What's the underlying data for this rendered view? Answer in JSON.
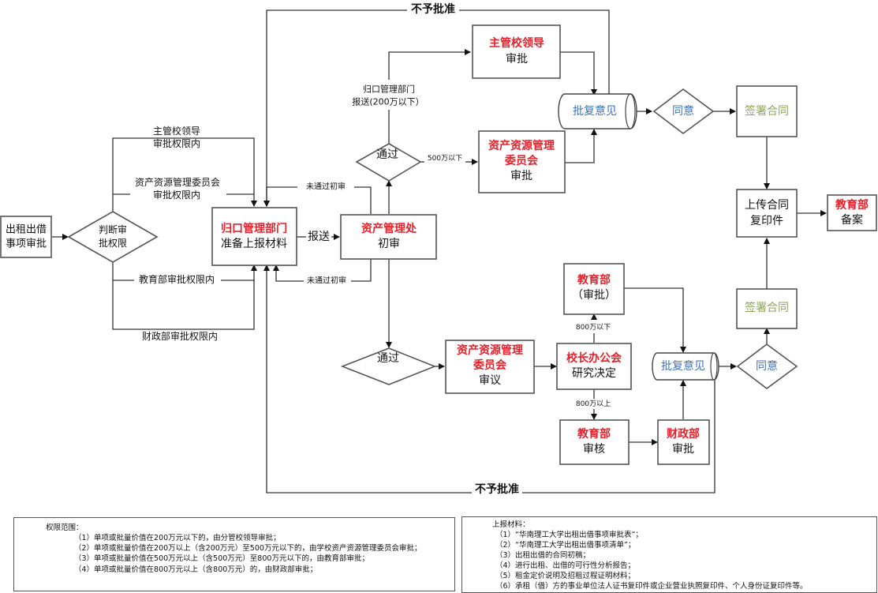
{
  "colors": {
    "red": "#e8202a",
    "blue": "#3f73b9",
    "green": "#8ea45a",
    "line": "#333333"
  },
  "nodes": {
    "start": {
      "line1": "出租出借",
      "line2": "事项审批"
    },
    "judge": {
      "line1": "判断审",
      "line2": "批权限"
    },
    "prepare": {
      "red": "归口管理部门",
      "black": "准备上报材料"
    },
    "initial_review": {
      "red": "资产管理处",
      "black": "初审"
    },
    "pass_top": "通过",
    "pass_bottom": "通过",
    "leader": {
      "red": "主管校领导",
      "black": "审批"
    },
    "committee_top": {
      "red1": "资产资源管理",
      "red2": "委员会",
      "black": "审批"
    },
    "reply_top": "批复意见",
    "agree_top": "同意",
    "sign_top": "签署合同",
    "upload": {
      "line1": "上传合同",
      "line2": "复印件"
    },
    "moe_file": {
      "red": "教育部",
      "black": "备案"
    },
    "committee_bottom": {
      "red1": "资产资源管理",
      "red2": "委员会",
      "black": "审议"
    },
    "president": {
      "red": "校长办公会",
      "black": "研究决定"
    },
    "moe_approve": {
      "red": "教育部",
      "black": "（审批）"
    },
    "moe_review": {
      "red": "教育部",
      "black": "审核"
    },
    "mof": {
      "red": "财政部",
      "black": "审批"
    },
    "reply_bottom": "批复意见",
    "agree_bottom": "同意",
    "sign_bottom": "签署合同"
  },
  "labels": {
    "leader_scope": {
      "line1": "主管校领导",
      "line2": "审批权限内"
    },
    "committee_scope": {
      "line1": "资产资源管理委员会",
      "line2": "审批权限内"
    },
    "moe_scope": "教育部审批权限内",
    "mof_scope": "财政部审批权限内",
    "submit": "报送",
    "fail_top": "未通过初审",
    "fail_bottom": "未通过初审",
    "route_200": {
      "line1": "归口管理部门",
      "line2": "报送(200万以下）"
    },
    "under_500": "500万以下",
    "under_800": "800万以下",
    "over_800": "800万以上",
    "reject_top": "不予批准",
    "reject_bottom": "不予批准"
  },
  "notes": {
    "authority": {
      "title": "权限范围：",
      "items": [
        "（1）单项或批量价值在200万元以下的，由分管校领导审批；",
        "（2）单项或批量价值在200万以上（含200万元）至500万元以下的，由学校资产资源管理委员会审批；",
        "（3）单项或批量价值在500万元以上（含500万元）至800万元以下的，由教育部审批；",
        "（4）单项或批量价值在800万元以上（含800万元）的，由财政部审批；"
      ]
    },
    "materials": {
      "title": "上报材料：",
      "items": [
        "（1）“华南理工大学出租出借事项审批表”；",
        "（2）“华南理工大学出租出借事项清单”；",
        "（3）出租出借的合同初稿；",
        "（4）进行出租、出借的可行性分析报告；",
        "（5）租金定价说明及招租过程证明材料；",
        "（6）承租（借）方的事业单位法人证书复印件或企业营业执照复印件、个人身份证复印件等。"
      ]
    }
  }
}
